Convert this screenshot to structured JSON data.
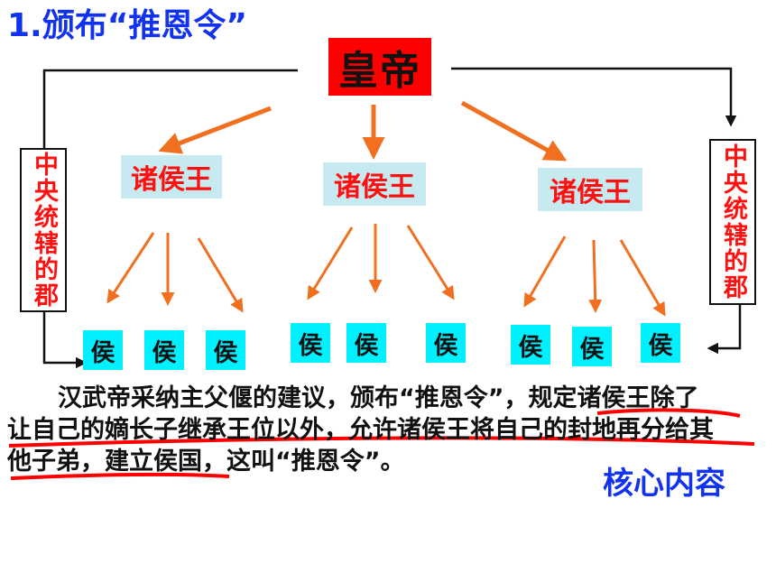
{
  "title": "1.颁布“推恩令”",
  "emperor": "皇帝",
  "kings": [
    {
      "label": "诸侯王"
    },
    {
      "label": "诸侯王"
    },
    {
      "label": "诸侯王"
    }
  ],
  "marquises": [
    "侯",
    "侯",
    "侯",
    "侯",
    "侯",
    "侯",
    "侯",
    "侯",
    "侯"
  ],
  "commandery_left": "中央统辖的郡",
  "commandery_right": "中央统辖的郡",
  "paragraph": {
    "line1_a": "汉武帝采纳主父偃的建议，颁布“推恩令”，规",
    "line1_b": "定诸侯王除了",
    "line2": "让自己的嫡长子继承王位以外，允许诸侯王将自己的封地再分给其",
    "line3_a": "他子弟，建立侯国，",
    "line3_b": "这叫“推恩令”。"
  },
  "core_label": "核心内容",
  "colors": {
    "title": "#1133ee",
    "emperor_bg": "#ff0000",
    "king_bg": "#c7eaf0",
    "king_text": "#ff1010",
    "hou_bg": "#00f0ff",
    "arrow": "#f07020",
    "underline": "#ff0000"
  }
}
